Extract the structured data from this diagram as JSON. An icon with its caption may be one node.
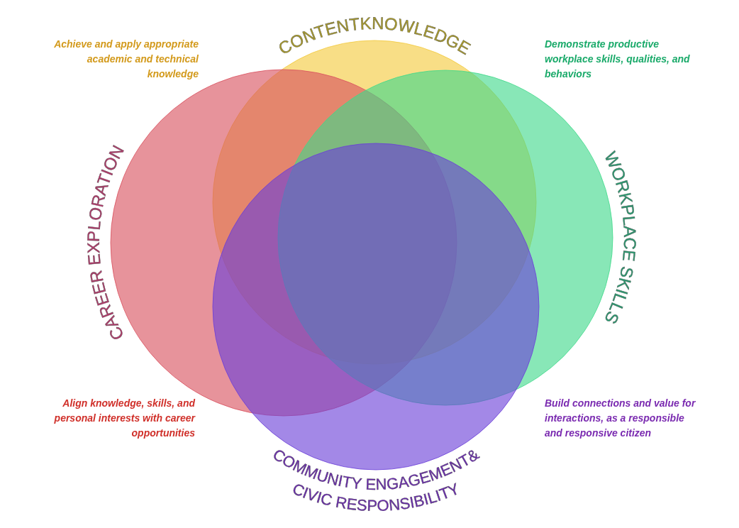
{
  "diagram": {
    "nodes": [
      {
        "text": [
          "CONTENTKNOWLEDGE"
        ]
      },
      {
        "text": [
          "CAREER EXPLORATION"
        ]
      },
      {
        "text": [
          "WORKPLACE SKILLS"
        ]
      },
      {
        "text": [
          "COMMUNITY ENGAGEMENT& CIVIC RESPONSIBILITY"
        ]
      }
    ],
    "labels": [
      "Achieve and apply appropriate academic and technical knowledge",
      "Demonstrate productive workplace skills, qualities, and behaviors",
      "Align knowledge, skills, and personal interests with career opportunities",
      "Build connections and value for interactions, as a responsible and responsive citizen"
    ]
  }
}
